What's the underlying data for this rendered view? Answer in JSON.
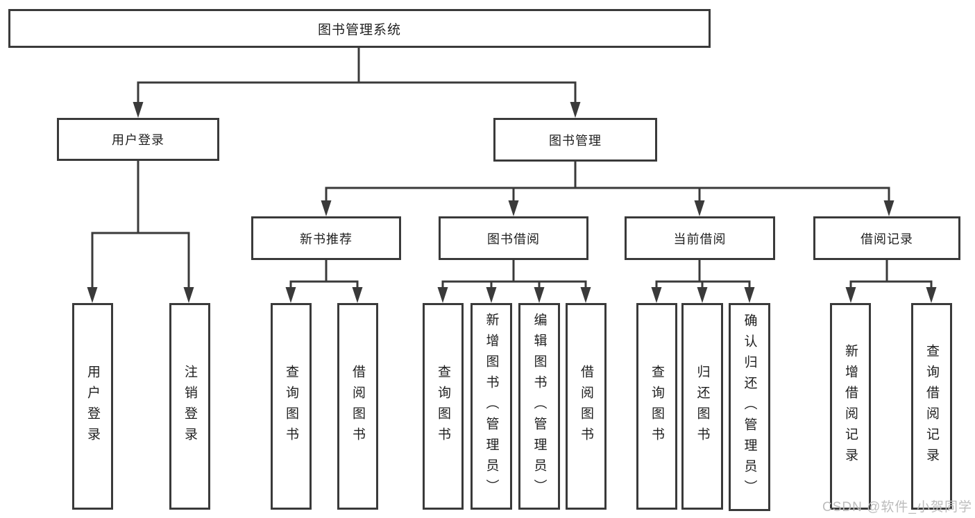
{
  "tree": {
    "label": "图书管理系统",
    "children": [
      {
        "label": "用户登录",
        "children": [
          {
            "label": "用户登录"
          },
          {
            "label": "注销登录"
          }
        ]
      },
      {
        "label": "图书管理",
        "children": [
          {
            "label": "新书推荐",
            "children": [
              {
                "label": "查询图书"
              },
              {
                "label": "借阅图书"
              }
            ]
          },
          {
            "label": "图书借阅",
            "children": [
              {
                "label": "查询图书"
              },
              {
                "label": "新增图书（管理员）"
              },
              {
                "label": "编辑图书（管理员）"
              },
              {
                "label": "借阅图书"
              }
            ]
          },
          {
            "label": "当前借阅",
            "children": [
              {
                "label": "查询图书"
              },
              {
                "label": "归还图书"
              },
              {
                "label": "确认归还（管理员）"
              }
            ]
          },
          {
            "label": "借阅记录",
            "children": [
              {
                "label": "新增借阅记录"
              },
              {
                "label": "查询借阅记录"
              }
            ]
          }
        ]
      }
    ]
  },
  "watermark": {
    "text": "CSDN @软件_小贺同学"
  },
  "colors": {
    "line": "#3a3a3a",
    "box_border": "#3a3a3a",
    "text": "#1f1f1f",
    "watermark": "#bcbcbc",
    "background": "#ffffff"
  }
}
